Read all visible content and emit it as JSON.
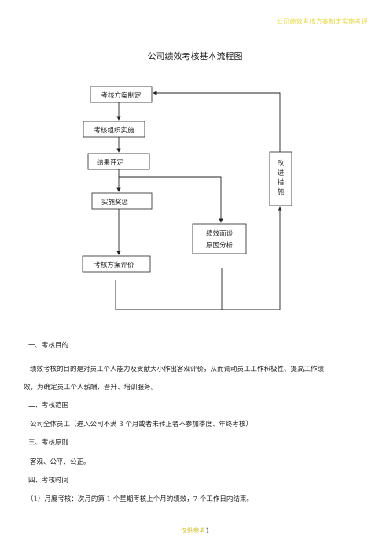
{
  "header": {
    "text": "公司绩效考核方案制定实施考评"
  },
  "title": "公司绩效考核基本流程图",
  "flowchart": {
    "boxes": {
      "plan": "考核方案制定",
      "organize": "考核组织实施",
      "result": "结果评定",
      "reward": "实施奖惩",
      "evaluate": "考核方案评价",
      "interview_line1": "绩效面谈",
      "interview_line2": "原因分析",
      "improve": [
        "改",
        "进",
        "措",
        "施"
      ]
    }
  },
  "sections": [
    {
      "heading": "一、考核目的"
    },
    {
      "heading": "二、考核范围"
    },
    {
      "heading": "三、考核原则"
    },
    {
      "heading": "四、考核时间"
    }
  ],
  "paragraphs": {
    "purpose_line1": "绩效考核的目的是对员工个人能力及贡献大小作出客观评价，从而调动员工工作积极性、提高工作绩",
    "purpose_line2": "效，为确定员工个人薪酬、晋升、培训服务。",
    "scope": "公司全体员工（进入公司不满 3 个月或者未转正者不参加季度、年终考核）",
    "principle": "客观、公平、公正。",
    "time_monthly": "（1）月度考核：次月的第 1 个星期考核上个月的绩效，7 个工作日内结束。"
  },
  "footer": {
    "text": "仅供参考",
    "page": "1"
  }
}
